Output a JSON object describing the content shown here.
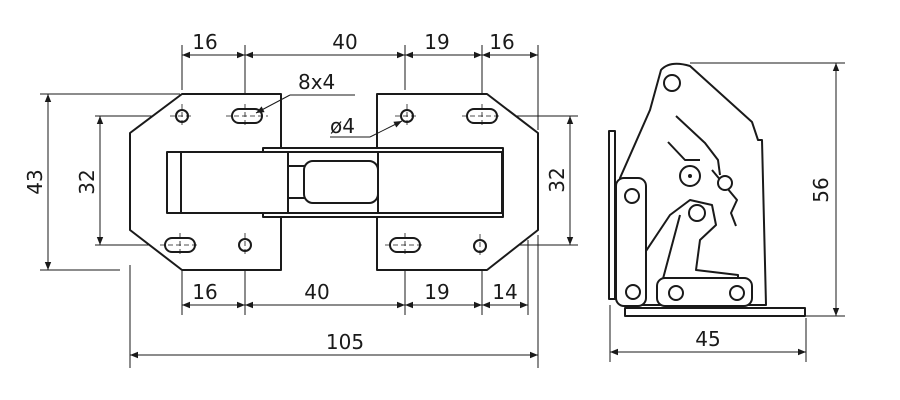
{
  "drawing": {
    "front_view": {
      "top_dims": [
        "16",
        "40",
        "19",
        "16"
      ],
      "bottom_dims": [
        "16",
        "40",
        "19",
        "14"
      ],
      "overall_width": "105",
      "overall_height": "43",
      "hole_spacing_left": "32",
      "hole_spacing_right": "32",
      "slot_callout": "8x4",
      "hole_callout": "ø4"
    },
    "side_view": {
      "height": "56",
      "depth": "45"
    }
  }
}
